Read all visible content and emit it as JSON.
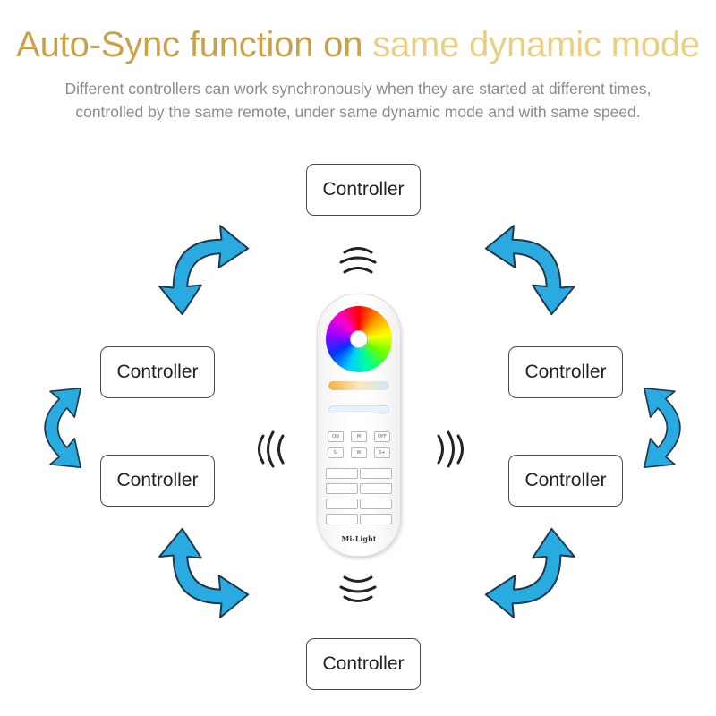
{
  "header": {
    "title_part1": "Auto-Sync function on",
    "title_part2": "same dynamic mode",
    "subtitle": "Different controllers can work synchronously when they are started at different times, controlled by the same remote, under same dynamic mode and with same speed."
  },
  "controllers": {
    "top": "Controller",
    "upper_left": "Controller",
    "lower_left": "Controller",
    "upper_right": "Controller",
    "lower_right": "Controller",
    "bottom": "Controller"
  },
  "remote": {
    "buttons": {
      "on": "ON",
      "mode": "M",
      "off": "OFF",
      "speed_down": "S-",
      "w": "W",
      "speed_up": "S+"
    },
    "brand": "Mi-Light"
  },
  "colors": {
    "title_gold": "#c9a14a",
    "title_light_gold": "#e8cf84",
    "arrow_blue": "#29abe2",
    "text_gray": "#8c8c8c"
  },
  "icons": [
    "curved-double-arrow-icon",
    "signal-wave-icon"
  ]
}
